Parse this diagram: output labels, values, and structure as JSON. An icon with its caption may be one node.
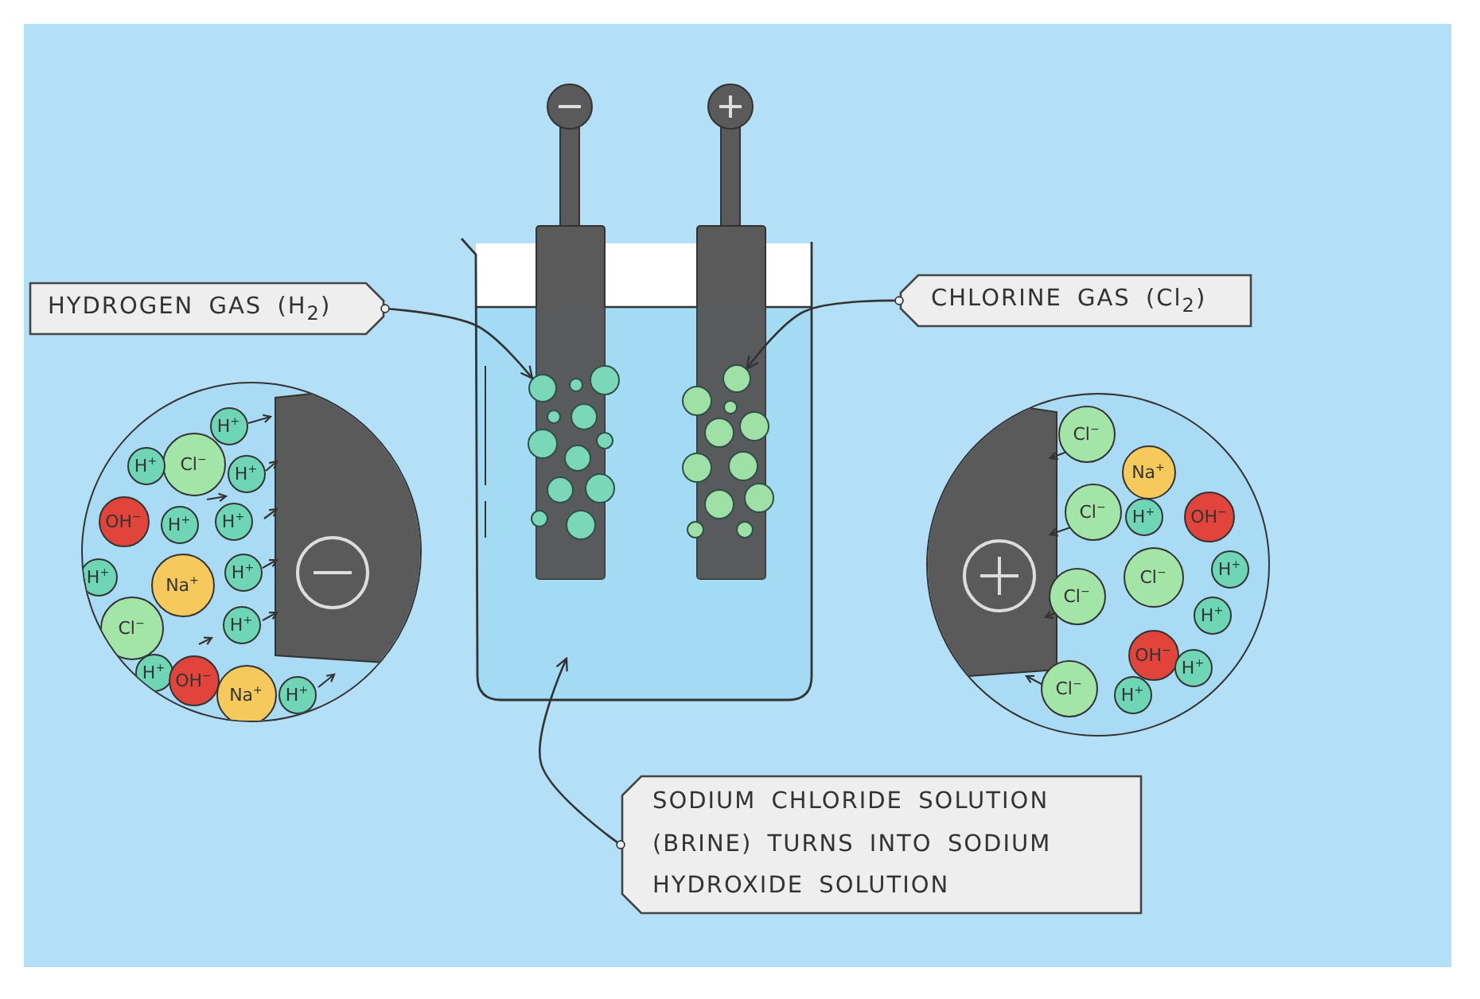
{
  "diagram": {
    "nodes": [
      {
        "text": [
          "HYDROGEN GAS (H$_{2}$)"
        ]
      },
      {
        "text": [
          "CHLORINE GAS (Cl$_{2}$)"
        ]
      },
      {
        "text": [],
        "shape": "circle"
      },
      {
        "text": [],
        "shape": "circle"
      },
      {
        "text": [],
        "shape": "circle"
      },
      {
        "text": [
          "H$^{+}$"
        ],
        "in": 4
      },
      {
        "text": [
          "Cl$^{−}$"
        ],
        "in": 4
      },
      {
        "text": [
          "H$^{+}$"
        ],
        "in": 4
      },
      {
        "text": [
          "H$^{+}$"
        ],
        "in": 4
      },
      {
        "text": [
          "OH$^{−}$"
        ],
        "in": 4
      },
      {
        "text": [
          "H$^{+}$"
        ],
        "in": 4
      },
      {
        "text": [
          "H$^{+}$"
        ],
        "in": 4
      },
      {
        "text": [
          "H$^{+}$"
        ],
        "in": 4
      },
      {
        "text": [
          "Na$^{+}$"
        ],
        "in": 4
      },
      {
        "text": [
          "H$^{+}$"
        ],
        "in": 4
      },
      {
        "text": [
          "Cl$^{−}$"
        ],
        "in": 4
      },
      {
        "text": [
          "H$^{+}$"
        ],
        "in": 4
      },
      {
        "text": [
          "H$^{+}$"
        ],
        "in": 4
      },
      {
        "text": [
          "OH$^{−}$"
        ],
        "in": 4
      },
      {
        "text": [
          "Na$^{+}$"
        ],
        "in": 4
      },
      {
        "text": [
          "H$^{+}$"
        ],
        "in": 4
      },
      {
        "text": [],
        "shape": "circle"
      },
      {
        "text": [
          "Cl$^{−}$"
        ],
        "in": 21
      },
      {
        "text": [
          "Na$^{+}$"
        ],
        "in": 21
      },
      {
        "text": [
          "Cl$^{−}$"
        ],
        "in": 21
      },
      {
        "text": [
          "H$^{+}$"
        ],
        "in": 21
      },
      {
        "text": [
          "OH$^{−}$"
        ],
        "in": 21
      },
      {
        "text": [
          "Cl$^{−}$"
        ],
        "in": 21
      },
      {
        "text": [
          "H$^{+}$"
        ],
        "in": 21
      },
      {
        "text": [
          "Cl$^{−}$"
        ],
        "in": 21
      },
      {
        "text": [
          "H$^{+}$"
        ],
        "in": 21
      },
      {
        "text": [
          "OH$^{−}$"
        ],
        "in": 21
      },
      {
        "text": [
          "H$^{+}$"
        ],
        "in": 21
      },
      {
        "text": [
          "Cl$^{−}$"
        ],
        "in": 21
      },
      {
        "text": [
          "H$^{+}$"
        ],
        "in": 21
      },
      {
        "text": [
          "SODIUM CHLORIDE SOLUTION (BRINE) TURNS INTO SODIUM HYDROXIDE SOLUTION"
        ]
      }
    ],
    "edges": [
      {
        "from": 0,
        "to": 2,
        "arrow": "to"
      },
      {
        "from": 1,
        "to": 3,
        "arrow": "to"
      },
      {
        "from": 35,
        "to": null,
        "arrow": "to"
      }
    ]
  }
}
